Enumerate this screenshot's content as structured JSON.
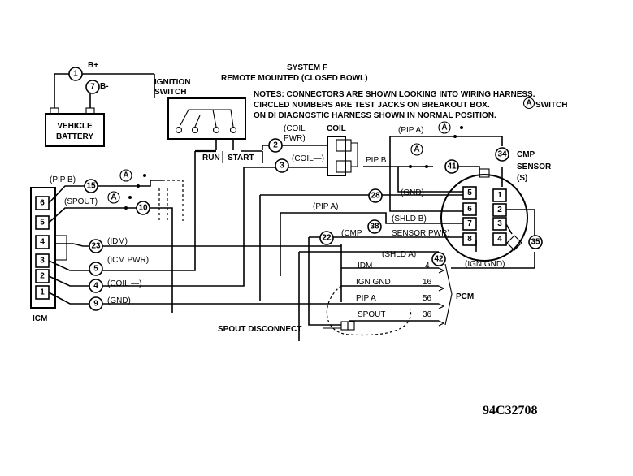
{
  "header": {
    "title": "SYSTEM F",
    "subtitle": "REMOTE MOUNTED (CLOSED BOWL)",
    "notes": [
      "NOTES: CONNECTORS ARE SHOWN LOOKING INTO WIRING HARNESS.",
      "CIRCLED NUMBERS ARE TEST JACKS ON BREAKOUT BOX.",
      "SWITCH",
      "ON DI DIAGNOSTIC HARNESS SHOWN IN NORMAL POSITION."
    ],
    "switch_symbol": "A"
  },
  "components": {
    "battery": [
      "VEHICLE",
      "BATTERY"
    ],
    "battery_pos": "B+",
    "battery_neg": "B-",
    "ignition_switch": [
      "IGNITION",
      "SWITCH"
    ],
    "run": "RUN",
    "start": "START",
    "coil": "COIL",
    "cmp_sensor": [
      "CMP",
      "SENSOR",
      "(S)"
    ],
    "icm": "ICM",
    "pcm": "PCM",
    "spout_disconnect": "SPOUT DISCONNECT"
  },
  "test_jacks": [
    "1",
    "7",
    "2",
    "3",
    "15",
    "10",
    "23",
    "5",
    "4",
    "9",
    "28",
    "38",
    "22",
    "42",
    "41",
    "34",
    "35"
  ],
  "switch_markers": [
    "A",
    "A",
    "A",
    "A"
  ],
  "wire_labels": {
    "coil_pwr": [
      "(COIL",
      "PWR)"
    ],
    "coil_neg": "(COIL—)",
    "pip_a_top": "(PIP A)",
    "pip_b": "PIP B",
    "gnd": "(GND)",
    "pip_a_mid": "(PIP A)",
    "shld_b": "(SHLD B)",
    "cmp": "(CMP",
    "sensor_pwr": "SENSOR PWR)",
    "shld_a": "(SHLD A)",
    "ign_gnd": "(IGN GND)",
    "icm_pip_b": "(PIP B)",
    "icm_spout": "(SPOUT)",
    "icm_idm": "(IDM)",
    "icm_pwr": "(ICM PWR)",
    "icm_coil": "(COIL —)",
    "icm_gnd": "(GND)"
  },
  "icm_pins": [
    "6",
    "5",
    "4",
    "3",
    "2",
    "1"
  ],
  "cmp_pins_left": [
    "5",
    "6",
    "7",
    "8"
  ],
  "cmp_pins_right": [
    "1",
    "2",
    "3",
    "4"
  ],
  "pcm_terminals": [
    {
      "label": "IDM",
      "pin": "4"
    },
    {
      "label": "IGN GND",
      "pin": "16"
    },
    {
      "label": "PIP A",
      "pin": "56"
    },
    {
      "label": "SPOUT",
      "pin": "36"
    }
  ],
  "figure_code": "94C32708"
}
